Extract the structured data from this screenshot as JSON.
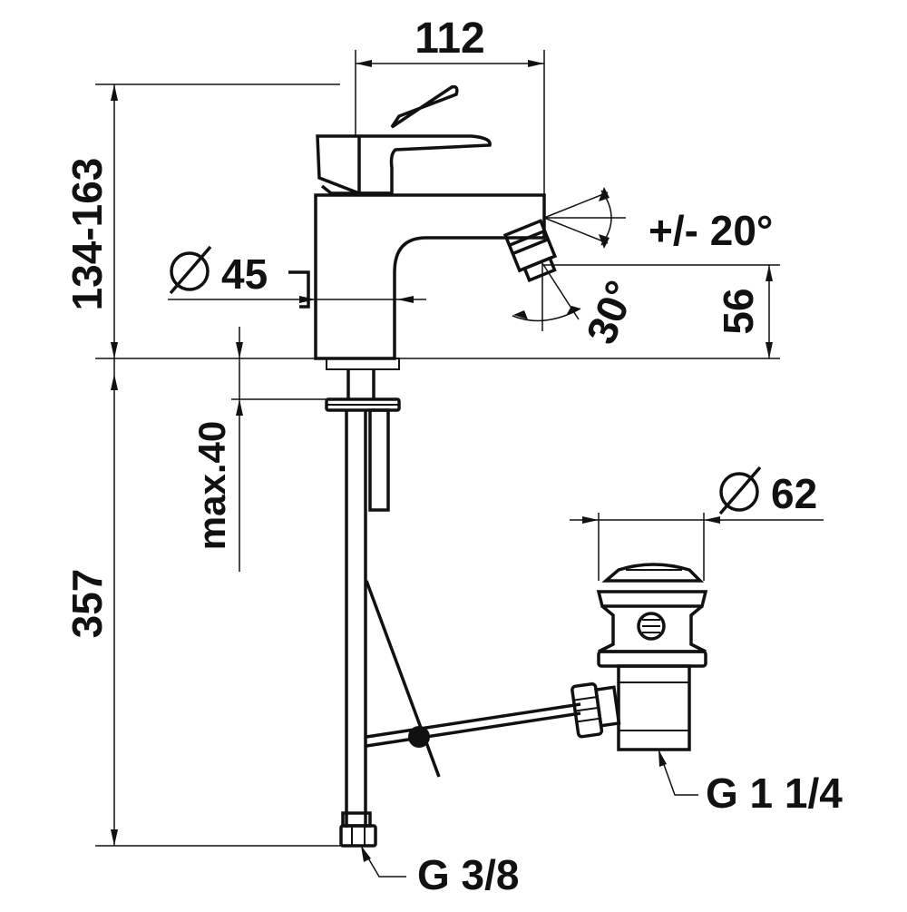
{
  "drawing": {
    "dimensions": {
      "spout_reach": "112",
      "height_range": "134-163",
      "base_diameter": "45",
      "swivel_angle": "+/- 20°",
      "tilt_angle": "30°",
      "jet_height": "56",
      "max_deck_thickness": "max.40",
      "total_length": "357",
      "waste_diameter": "62"
    },
    "connections": {
      "supply_thread": "G 3/8",
      "waste_thread": "G 1 1/4"
    },
    "symbols": {
      "diameter": "Ø"
    }
  }
}
